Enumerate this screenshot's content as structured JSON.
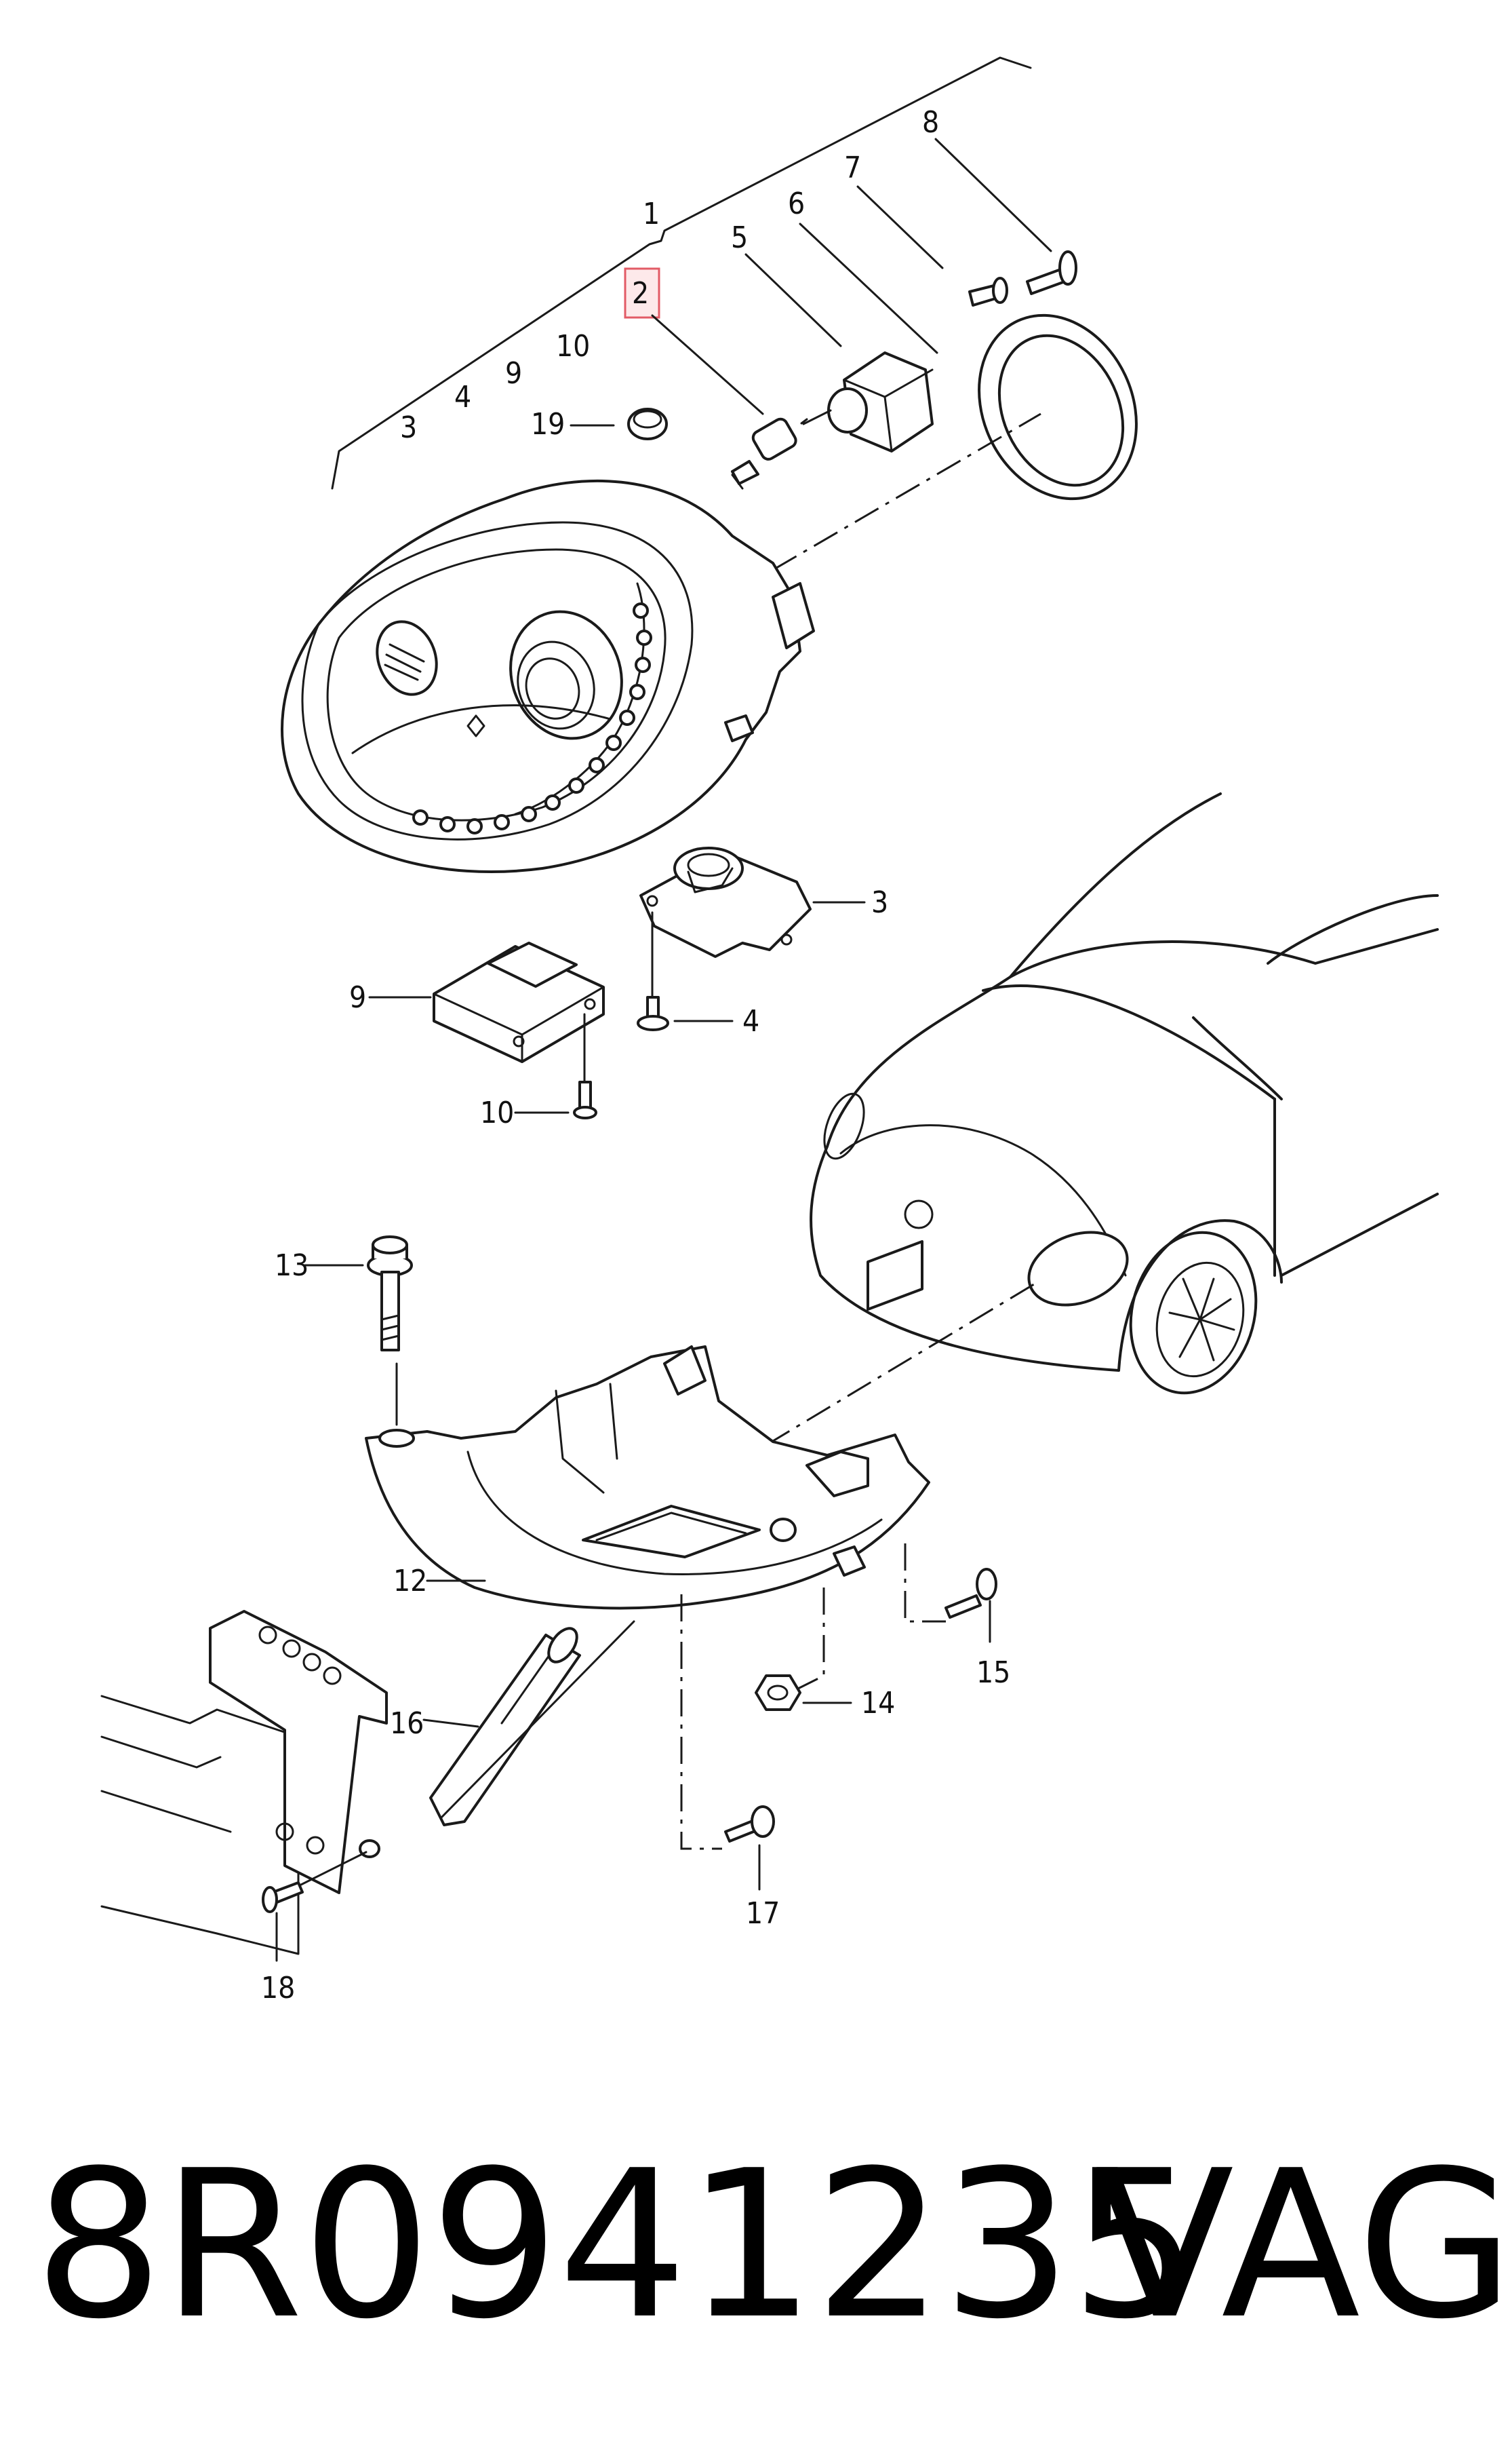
{
  "diagram": {
    "callouts": {
      "c1": "1",
      "c2": "2",
      "c3a": "3",
      "c4a": "4",
      "c9a": "9",
      "c10a": "10",
      "c19": "19",
      "c5": "5",
      "c6": "6",
      "c7": "7",
      "c8": "8",
      "c3b": "3",
      "c4b": "4",
      "c9b": "9",
      "c10b": "10",
      "c13": "13",
      "c12": "12",
      "c16": "16",
      "c18": "18",
      "c14": "14",
      "c15": "15",
      "c17": "17"
    },
    "highlighted_callout": "2",
    "highlight_color": "#e25b66"
  },
  "footer": {
    "part_number": "8R0941235",
    "brand": "VAG"
  }
}
